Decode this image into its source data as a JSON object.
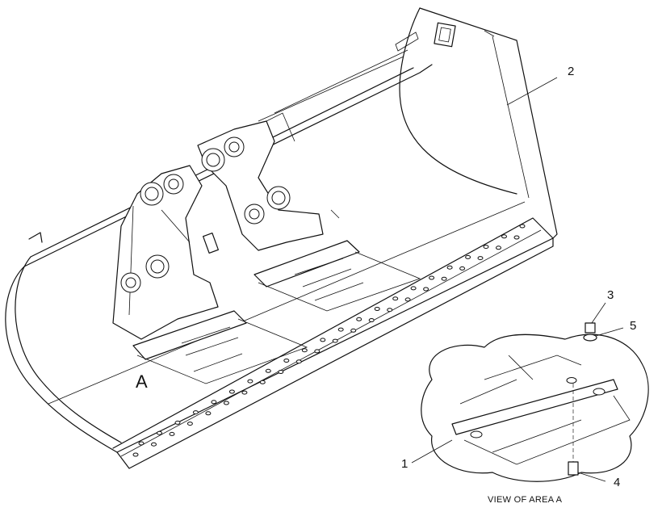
{
  "callouts": {
    "c1": "1",
    "c2": "2",
    "c3": "3",
    "c4": "4",
    "c5": "5"
  },
  "area_label": "A",
  "detail_caption": "VIEW OF AREA  A"
}
